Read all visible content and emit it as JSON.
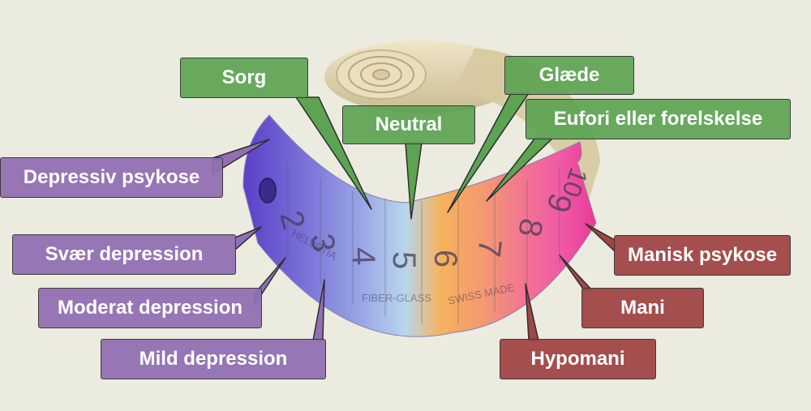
{
  "diagram": {
    "tape": {
      "numbers": [
        "2",
        "3",
        "4",
        "5",
        "6",
        "7",
        "8",
        "9",
        "10"
      ],
      "printed_text": [
        "HELVETIA",
        "FIBER-GLASS",
        "SWISS MADE"
      ]
    },
    "labels": {
      "sorg": "Sorg",
      "neutral": "Neutral",
      "glaede": "Glæde",
      "eufori": "Eufori eller forelskelse",
      "depressiv_psykose": "Depressiv psykose",
      "svaer_depression": "Svær depression",
      "moderat_depression": "Moderat depression",
      "mild_depression": "Mild depression",
      "manisk_psykose": "Manisk psykose",
      "mani": "Mani",
      "hypomani": "Hypomani"
    },
    "colors": {
      "green_label": "#5ca352",
      "purple_label": "#9170b2",
      "red_label": "#a04644",
      "tape_gradient": [
        "#5a3fc8",
        "#7a74d8",
        "#9aa8e6",
        "#b8d6ec",
        "#f6b25c",
        "#f39a72",
        "#f27392",
        "#f05aa4",
        "#e83a98"
      ],
      "tape_roll": "#ddd2ae",
      "background": "#ecebe0"
    }
  }
}
